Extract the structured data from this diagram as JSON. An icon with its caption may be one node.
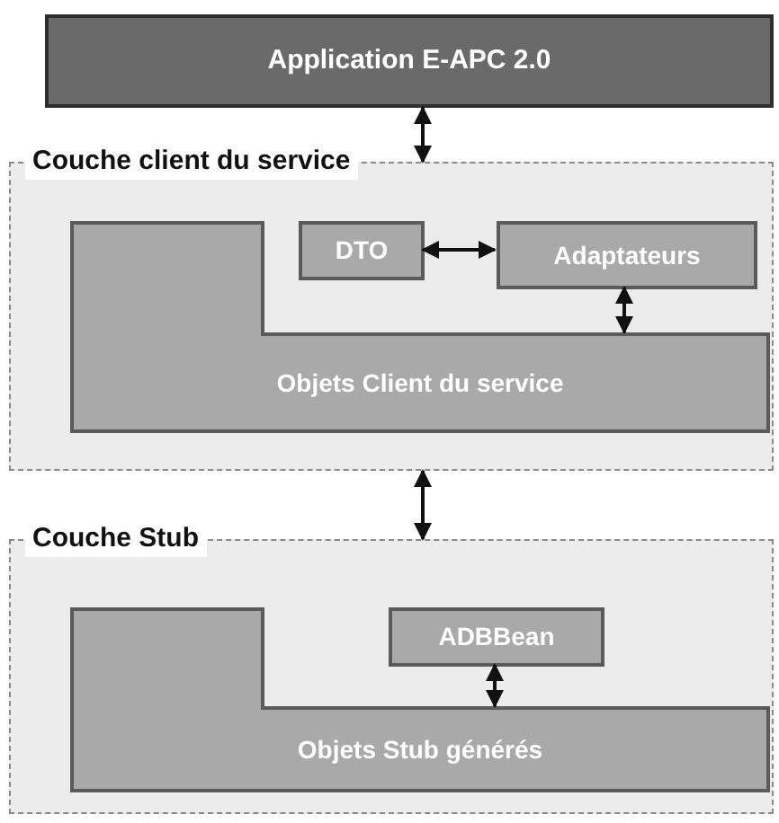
{
  "diagram": {
    "nodes": [
      {
        "text": [
          "Application E-APC 2.0"
        ]
      },
      {
        "text": [
          "Couche client du service"
        ]
      },
      {
        "text": [
          "DTO"
        ],
        "in": 1
      },
      {
        "text": [
          "Adaptateurs"
        ],
        "in": 1
      },
      {
        "text": [
          "Objets Client du service"
        ],
        "in": 1
      },
      {
        "text": [
          "Couche Stub"
        ]
      },
      {
        "text": [
          "ADBBean"
        ],
        "in": 5
      },
      {
        "text": [
          "Objets Stub générés"
        ],
        "in": 5
      }
    ],
    "edges": [
      {
        "from": 0,
        "to": 1,
        "arrow": "both"
      },
      {
        "from": 2,
        "to": 3,
        "arrow": "both"
      },
      {
        "from": 3,
        "to": 4,
        "arrow": "both"
      },
      {
        "from": 1,
        "to": 5,
        "arrow": "both"
      },
      {
        "from": 6,
        "to": 7,
        "arrow": "both"
      }
    ]
  }
}
